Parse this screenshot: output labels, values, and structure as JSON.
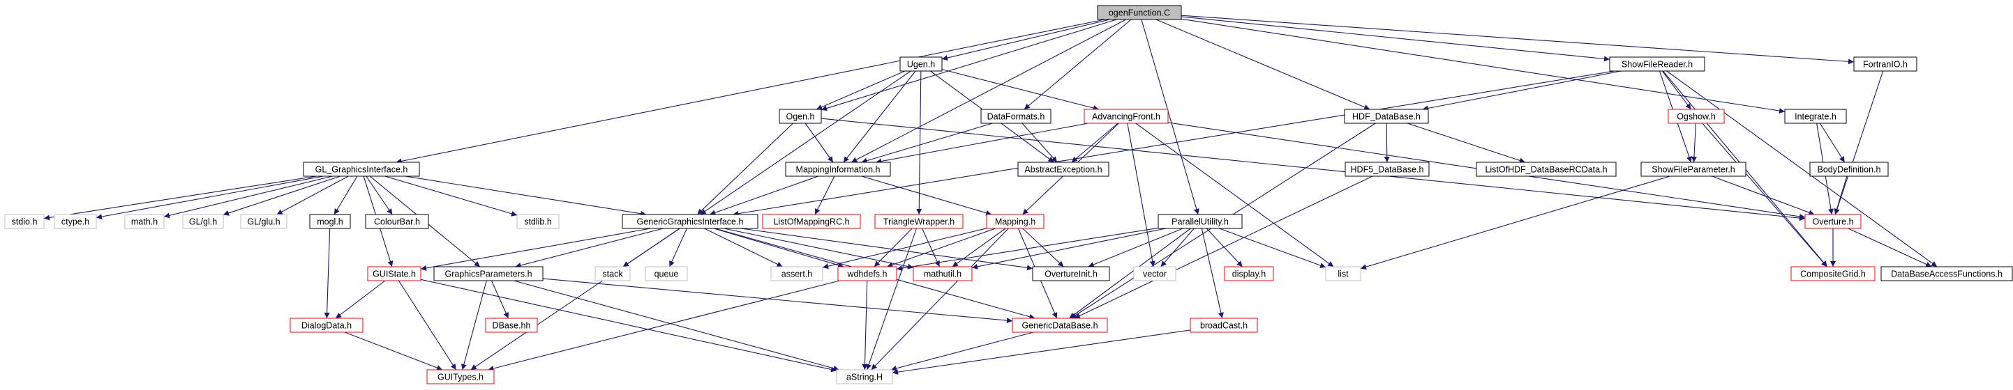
{
  "graph": {
    "edge_color": "#191970",
    "node_border_colors": {
      "normal": "#000000",
      "truncated": "#ff0000",
      "external": "#bfbfbf",
      "root": "#000000"
    },
    "root_fill": "#bfbfbf",
    "nodes": [
      {
        "id": "ogen_c",
        "label": "ogenFunction.C",
        "kind": "root"
      },
      {
        "id": "ugen_h",
        "label": "Ugen.h",
        "kind": "normal"
      },
      {
        "id": "showfilereader_h",
        "label": "ShowFileReader.h",
        "kind": "normal"
      },
      {
        "id": "fortranio_h",
        "label": "FortranIO.h",
        "kind": "normal"
      },
      {
        "id": "dataformats_h",
        "label": "DataFormats.h",
        "kind": "normal"
      },
      {
        "id": "advancingfront_h",
        "label": "AdvancingFront.h",
        "kind": "truncated"
      },
      {
        "id": "ogen_h",
        "label": "Ogen.h",
        "kind": "normal"
      },
      {
        "id": "hdf_database_h",
        "label": "HDF_DataBase.h",
        "kind": "normal"
      },
      {
        "id": "ogshow_h",
        "label": "Ogshow.h",
        "kind": "truncated"
      },
      {
        "id": "integrate_h",
        "label": "Integrate.h",
        "kind": "normal"
      },
      {
        "id": "gl_graphicsinterface_h",
        "label": "GL_GraphicsInterface.h",
        "kind": "normal"
      },
      {
        "id": "mappinginformation_h",
        "label": "MappingInformation.h",
        "kind": "normal"
      },
      {
        "id": "abstractexception_h",
        "label": "AbstractException.h",
        "kind": "normal"
      },
      {
        "id": "hdf5_database_h",
        "label": "HDF5_DataBase.h",
        "kind": "normal"
      },
      {
        "id": "listofhdf_h",
        "label": "ListOfHDF_DataBaseRCData.h",
        "kind": "normal"
      },
      {
        "id": "showfileparameter_h",
        "label": "ShowFileParameter.h",
        "kind": "normal"
      },
      {
        "id": "bodydefinition_h",
        "label": "BodyDefinition.h",
        "kind": "normal"
      },
      {
        "id": "stdio_h",
        "label": "stdio.h",
        "kind": "external"
      },
      {
        "id": "ctype_h",
        "label": "ctype.h",
        "kind": "external"
      },
      {
        "id": "math_h",
        "label": "math.h",
        "kind": "external"
      },
      {
        "id": "gl_h",
        "label": "GL/gl.h",
        "kind": "external"
      },
      {
        "id": "glu_h",
        "label": "GL/glu.h",
        "kind": "external"
      },
      {
        "id": "mogl_h",
        "label": "mogl.h",
        "kind": "normal"
      },
      {
        "id": "colourbar_h",
        "label": "ColourBar.h",
        "kind": "normal"
      },
      {
        "id": "stdlib_h",
        "label": "stdlib.h",
        "kind": "external"
      },
      {
        "id": "ggi_h",
        "label": "GenericGraphicsInterface.h",
        "kind": "normal"
      },
      {
        "id": "listofmappingrc_h",
        "label": "ListOfMappingRC.h",
        "kind": "truncated"
      },
      {
        "id": "trianglewrapper_h",
        "label": "TriangleWrapper.h",
        "kind": "truncated"
      },
      {
        "id": "mapping_h",
        "label": "Mapping.h",
        "kind": "truncated"
      },
      {
        "id": "parallelutility_h",
        "label": "ParallelUtility.h",
        "kind": "normal"
      },
      {
        "id": "overture_h",
        "label": "Overture.h",
        "kind": "truncated"
      },
      {
        "id": "guistate_h",
        "label": "GUIState.h",
        "kind": "truncated"
      },
      {
        "id": "graphicsparameters_h",
        "label": "GraphicsParameters.h",
        "kind": "normal"
      },
      {
        "id": "stack",
        "label": "stack",
        "kind": "external"
      },
      {
        "id": "queue",
        "label": "queue",
        "kind": "external"
      },
      {
        "id": "assert_h",
        "label": "assert.h",
        "kind": "external"
      },
      {
        "id": "wdhdefs_h",
        "label": "wdhdefs.h",
        "kind": "truncated"
      },
      {
        "id": "mathutil_h",
        "label": "mathutil.h",
        "kind": "truncated"
      },
      {
        "id": "overtureinit_h",
        "label": "OvertureInit.h",
        "kind": "normal"
      },
      {
        "id": "vector",
        "label": "vector",
        "kind": "external"
      },
      {
        "id": "display_h",
        "label": "display.h",
        "kind": "truncated"
      },
      {
        "id": "list",
        "label": "list",
        "kind": "external"
      },
      {
        "id": "compositegrid_h",
        "label": "CompositeGrid.h",
        "kind": "truncated"
      },
      {
        "id": "databaseaccess_h",
        "label": "DataBaseAccessFunctions.h",
        "kind": "normal"
      },
      {
        "id": "dialogdata_h",
        "label": "DialogData.h",
        "kind": "truncated"
      },
      {
        "id": "dbase_hh",
        "label": "DBase.hh",
        "kind": "truncated"
      },
      {
        "id": "genericdatabase_h",
        "label": "GenericDataBase.h",
        "kind": "truncated"
      },
      {
        "id": "broadcast_h",
        "label": "broadCast.h",
        "kind": "truncated"
      },
      {
        "id": "guitypes_h",
        "label": "GUITypes.h",
        "kind": "truncated"
      },
      {
        "id": "astring_h",
        "label": "aString.H",
        "kind": "external"
      }
    ],
    "edges": [
      [
        "ogen_c",
        "ugen_h"
      ],
      [
        "ogen_c",
        "showfilereader_h"
      ],
      [
        "ogen_c",
        "fortranio_h"
      ],
      [
        "ogen_c",
        "dataformats_h"
      ],
      [
        "ogen_c",
        "ogen_h"
      ],
      [
        "ogen_c",
        "hdf_database_h"
      ],
      [
        "ogen_c",
        "integrate_h"
      ],
      [
        "ogen_c",
        "gl_graphicsinterface_h"
      ],
      [
        "ogen_c",
        "mappinginformation_h"
      ],
      [
        "ogen_c",
        "parallelutility_h"
      ],
      [
        "ugen_h",
        "ogen_h"
      ],
      [
        "ugen_h",
        "advancingfront_h"
      ],
      [
        "ugen_h",
        "mappinginformation_h"
      ],
      [
        "ugen_h",
        "abstractexception_h"
      ],
      [
        "ugen_h",
        "ggi_h"
      ],
      [
        "ugen_h",
        "trianglewrapper_h"
      ],
      [
        "showfilereader_h",
        "hdf_database_h"
      ],
      [
        "showfilereader_h",
        "ogshow_h"
      ],
      [
        "showfilereader_h",
        "showfileparameter_h"
      ],
      [
        "showfilereader_h",
        "compositegrid_h"
      ],
      [
        "showfilereader_h",
        "databaseaccess_h"
      ],
      [
        "showfilereader_h",
        "ggi_h"
      ],
      [
        "fortranio_h",
        "overture_h"
      ],
      [
        "dataformats_h",
        "mappinginformation_h"
      ],
      [
        "dataformats_h",
        "abstractexception_h"
      ],
      [
        "advancingfront_h",
        "mappinginformation_h"
      ],
      [
        "advancingfront_h",
        "abstractexception_h"
      ],
      [
        "advancingfront_h",
        "mapping_h"
      ],
      [
        "advancingfront_h",
        "overture_h"
      ],
      [
        "advancingfront_h",
        "vector"
      ],
      [
        "advancingfront_h",
        "list"
      ],
      [
        "ogen_h",
        "mappinginformation_h"
      ],
      [
        "ogen_h",
        "ggi_h"
      ],
      [
        "ogen_h",
        "overture_h"
      ],
      [
        "hdf_database_h",
        "hdf5_database_h"
      ],
      [
        "hdf_database_h",
        "listofhdf_h"
      ],
      [
        "hdf_database_h",
        "genericdatabase_h"
      ],
      [
        "ogshow_h",
        "showfileparameter_h"
      ],
      [
        "ogshow_h",
        "compositegrid_h"
      ],
      [
        "integrate_h",
        "bodydefinition_h"
      ],
      [
        "integrate_h",
        "overture_h"
      ],
      [
        "gl_graphicsinterface_h",
        "stdio_h"
      ],
      [
        "gl_graphicsinterface_h",
        "ctype_h"
      ],
      [
        "gl_graphicsinterface_h",
        "math_h"
      ],
      [
        "gl_graphicsinterface_h",
        "gl_h"
      ],
      [
        "gl_graphicsinterface_h",
        "glu_h"
      ],
      [
        "gl_graphicsinterface_h",
        "mogl_h"
      ],
      [
        "gl_graphicsinterface_h",
        "colourbar_h"
      ],
      [
        "gl_graphicsinterface_h",
        "stdlib_h"
      ],
      [
        "gl_graphicsinterface_h",
        "ggi_h"
      ],
      [
        "gl_graphicsinterface_h",
        "guistate_h"
      ],
      [
        "gl_graphicsinterface_h",
        "graphicsparameters_h"
      ],
      [
        "mappinginformation_h",
        "ggi_h"
      ],
      [
        "mappinginformation_h",
        "listofmappingrc_h"
      ],
      [
        "mappinginformation_h",
        "mapping_h"
      ],
      [
        "hdf5_database_h",
        "genericdatabase_h"
      ],
      [
        "showfileparameter_h",
        "overture_h"
      ],
      [
        "showfileparameter_h",
        "list"
      ],
      [
        "bodydefinition_h",
        "overture_h"
      ],
      [
        "mogl_h",
        "dialogdata_h"
      ],
      [
        "ggi_h",
        "guistate_h"
      ],
      [
        "ggi_h",
        "graphicsparameters_h"
      ],
      [
        "ggi_h",
        "stack"
      ],
      [
        "ggi_h",
        "queue"
      ],
      [
        "ggi_h",
        "assert_h"
      ],
      [
        "ggi_h",
        "wdhdefs_h"
      ],
      [
        "ggi_h",
        "mathutil_h"
      ],
      [
        "ggi_h",
        "overtureinit_h"
      ],
      [
        "ggi_h",
        "genericdatabase_h"
      ],
      [
        "ggi_h",
        "guitypes_h"
      ],
      [
        "trianglewrapper_h",
        "wdhdefs_h"
      ],
      [
        "trianglewrapper_h",
        "mathutil_h"
      ],
      [
        "trianglewrapper_h",
        "astring_h"
      ],
      [
        "mapping_h",
        "assert_h"
      ],
      [
        "mapping_h",
        "wdhdefs_h"
      ],
      [
        "mapping_h",
        "mathutil_h"
      ],
      [
        "mapping_h",
        "overtureinit_h"
      ],
      [
        "mapping_h",
        "genericdatabase_h"
      ],
      [
        "mapping_h",
        "astring_h"
      ],
      [
        "parallelutility_h",
        "wdhdefs_h"
      ],
      [
        "parallelutility_h",
        "mathutil_h"
      ],
      [
        "parallelutility_h",
        "overtureinit_h"
      ],
      [
        "parallelutility_h",
        "vector"
      ],
      [
        "parallelutility_h",
        "display_h"
      ],
      [
        "parallelutility_h",
        "list"
      ],
      [
        "parallelutility_h",
        "broadcast_h"
      ],
      [
        "parallelutility_h",
        "genericdatabase_h"
      ],
      [
        "overture_h",
        "compositegrid_h"
      ],
      [
        "overture_h",
        "databaseaccess_h"
      ],
      [
        "guistate_h",
        "dialogdata_h"
      ],
      [
        "guistate_h",
        "guitypes_h"
      ],
      [
        "guistate_h",
        "astring_h"
      ],
      [
        "graphicsparameters_h",
        "dbase_hh"
      ],
      [
        "graphicsparameters_h",
        "guitypes_h"
      ],
      [
        "graphicsparameters_h",
        "genericdatabase_h"
      ],
      [
        "graphicsparameters_h",
        "astring_h"
      ],
      [
        "wdhdefs_h",
        "guitypes_h"
      ],
      [
        "wdhdefs_h",
        "astring_h"
      ],
      [
        "dialogdata_h",
        "guitypes_h"
      ],
      [
        "genericdatabase_h",
        "astring_h"
      ],
      [
        "broadcast_h",
        "astring_h"
      ]
    ]
  }
}
